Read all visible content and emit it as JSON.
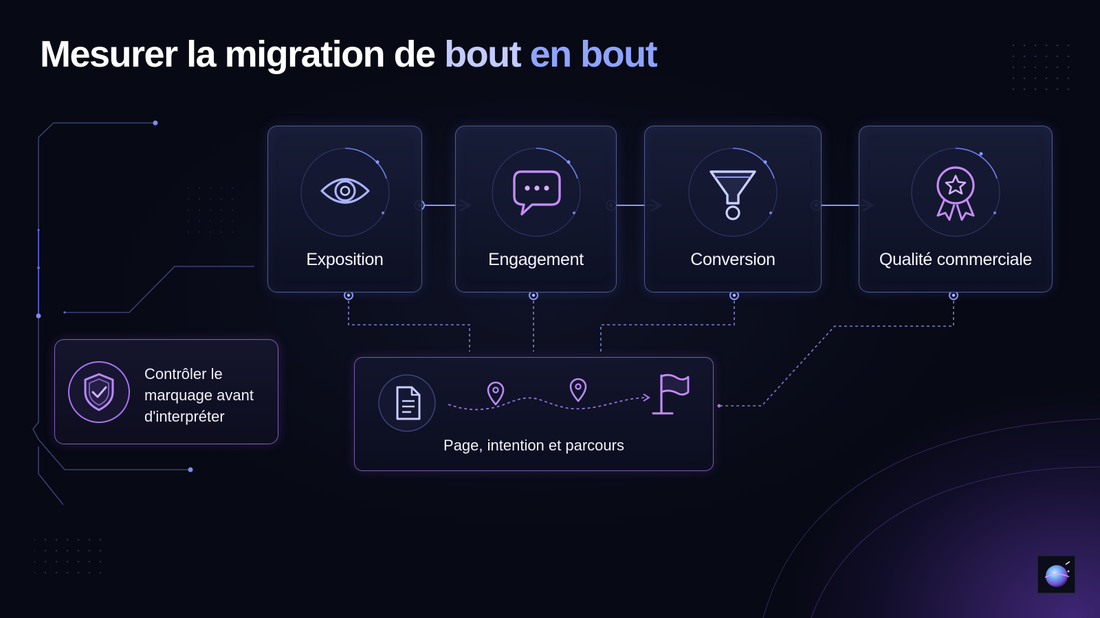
{
  "slide": {
    "title": {
      "part1": "Mesurer la migration de ",
      "part2": "bout ",
      "part3": "en bout"
    },
    "stages": [
      {
        "label": "Exposition",
        "icon": "eye-icon"
      },
      {
        "label": "Engagement",
        "icon": "chat-bubble-icon"
      },
      {
        "label": "Conversion",
        "icon": "funnel-icon"
      },
      {
        "label": "Qualité commerciale",
        "icon": "award-badge-icon"
      }
    ],
    "check_card": {
      "text": "Contrôler le marquage avant d'interpréter",
      "icon": "shield-check-icon"
    },
    "journey_card": {
      "label": "Page, intention et parcours",
      "icons": [
        "document-icon",
        "map-pin-icon",
        "map-pin-icon",
        "flag-icon"
      ]
    },
    "logo": {
      "icon": "globe-logo-icon"
    },
    "colors": {
      "background": "#070914",
      "accent_blue": "#8fa4ff",
      "accent_light": "#c3ccff",
      "accent_violet": "#a874f0",
      "connector": "#7f8cf0"
    }
  }
}
